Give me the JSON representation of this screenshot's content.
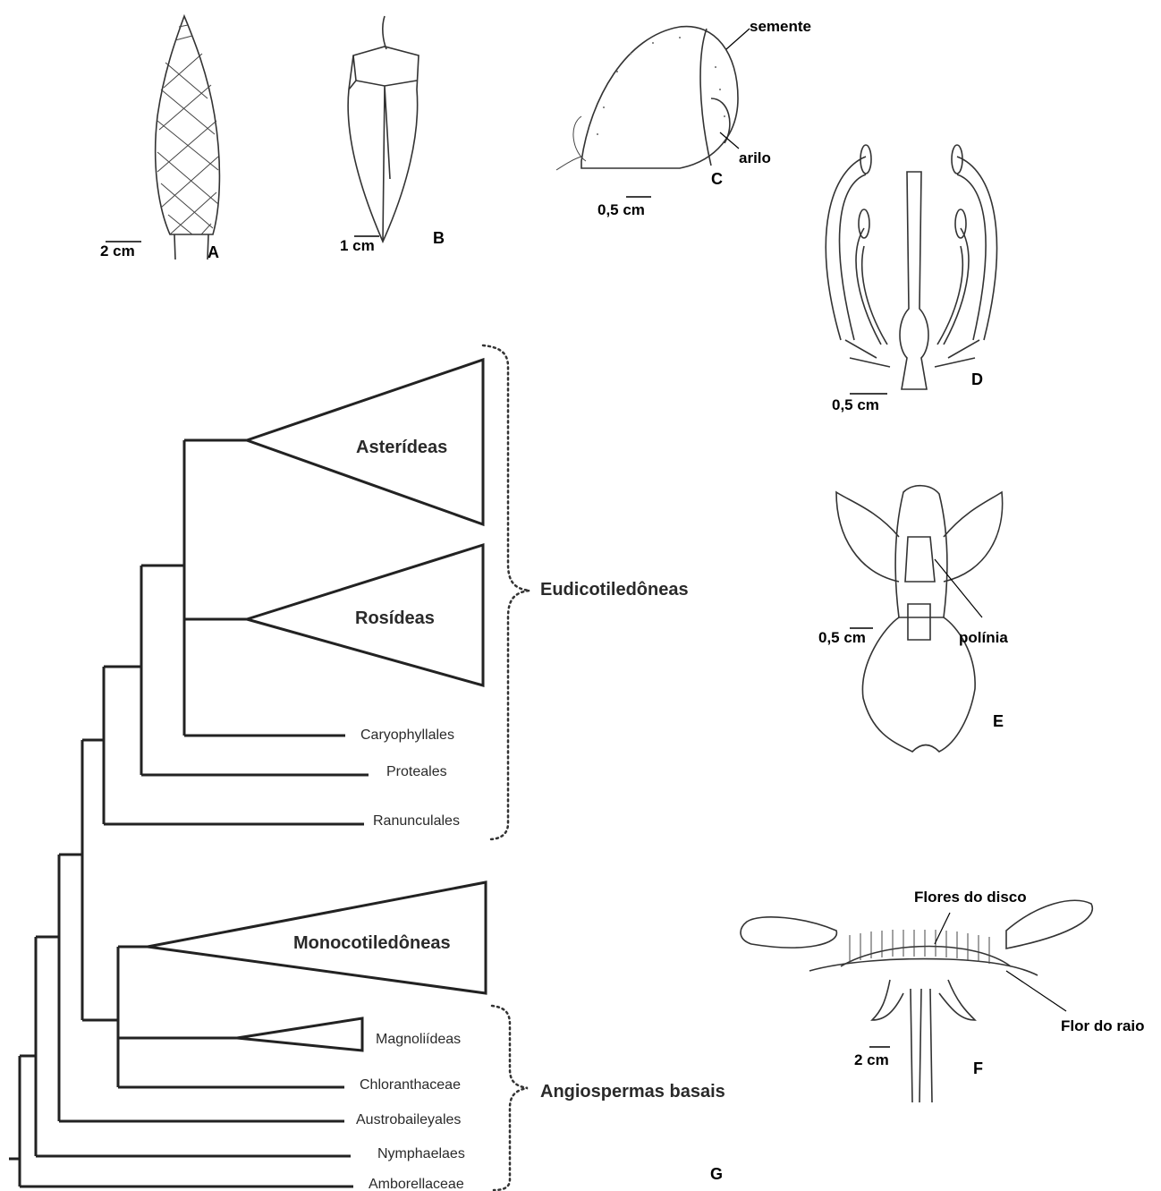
{
  "panels": {
    "A": {
      "letter": "A",
      "scale": "2 cm"
    },
    "B": {
      "letter": "B",
      "scale": "1 cm"
    },
    "C": {
      "letter": "C",
      "scale": "0,5 cm",
      "labels": {
        "seed": "semente",
        "aril": "arilo"
      }
    },
    "D": {
      "letter": "D",
      "scale": "0,5 cm"
    },
    "E": {
      "letter": "E",
      "scale": "0,5 cm",
      "labels": {
        "pollinia": "polínia"
      }
    },
    "F": {
      "letter": "F",
      "scale": "2 cm",
      "labels": {
        "disc": "Flores do disco",
        "ray": "Flor do raio"
      }
    },
    "G": {
      "letter": "G"
    }
  },
  "tree": {
    "clades": {
      "asterids": "Asterídeas",
      "rosids": "Rosídeas",
      "caryophyllales": "Caryophyllales",
      "proteales": "Proteales",
      "ranunculales": "Ranunculales",
      "monocots": "Monocotiledôneas",
      "magnoliids": "Magnoliídeas",
      "chloranthaceae": "Chloranthaceae",
      "austrobaileyales": "Austrobaileyales",
      "nymphaeales": "Nymphaelaes",
      "amborellaceae": "Amborellaceae"
    },
    "groups": {
      "eudicots": "Eudicotiledôneas",
      "basal": "Angiospermas basais"
    }
  },
  "colors": {
    "ink": "#222222",
    "background": "#ffffff"
  }
}
